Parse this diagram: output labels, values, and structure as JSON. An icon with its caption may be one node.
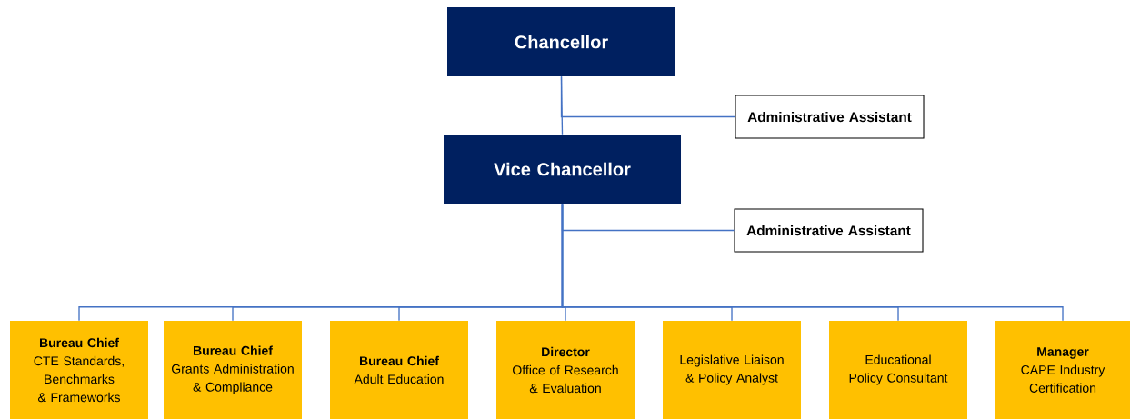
{
  "diagram": {
    "nodes": [
      {
        "text": [
          "Chancellor"
        ]
      },
      {
        "text": [
          "Administrative Assistant"
        ]
      },
      {
        "text": [
          "Vice Chancellor"
        ]
      },
      {
        "text": [
          "Administrative Assistant"
        ]
      },
      {
        "text": [
          "Bureau Chief",
          "CTE Standards, Benchmarks & Frameworks"
        ]
      },
      {
        "text": [
          "Bureau Chief",
          "Grants Administration & Compliance"
        ]
      },
      {
        "text": [
          "Bureau Chief",
          "Adult Education"
        ]
      },
      {
        "text": [
          "Director",
          "Office of Research & Evaluation"
        ]
      },
      {
        "text": [
          "Legislative Liaison & Policy Analyst"
        ]
      },
      {
        "text": [
          "Educational Policy Consultant"
        ]
      },
      {
        "text": [
          "Manager",
          "CAPE Industry Certification"
        ]
      }
    ],
    "edges": [
      {
        "from": 0,
        "to": 1,
        "arrow": "none"
      },
      {
        "from": 0,
        "to": 2,
        "arrow": "none"
      },
      {
        "from": 2,
        "to": 3,
        "arrow": "none"
      },
      {
        "from": 2,
        "to": 4,
        "arrow": "none"
      },
      {
        "from": 2,
        "to": 5,
        "arrow": "none"
      },
      {
        "from": 2,
        "to": 6,
        "arrow": "none"
      },
      {
        "from": 2,
        "to": 7,
        "arrow": "none"
      },
      {
        "from": 2,
        "to": 8,
        "arrow": "none"
      },
      {
        "from": 2,
        "to": 9,
        "arrow": "none"
      },
      {
        "from": 2,
        "to": 10,
        "arrow": "none"
      }
    ]
  }
}
